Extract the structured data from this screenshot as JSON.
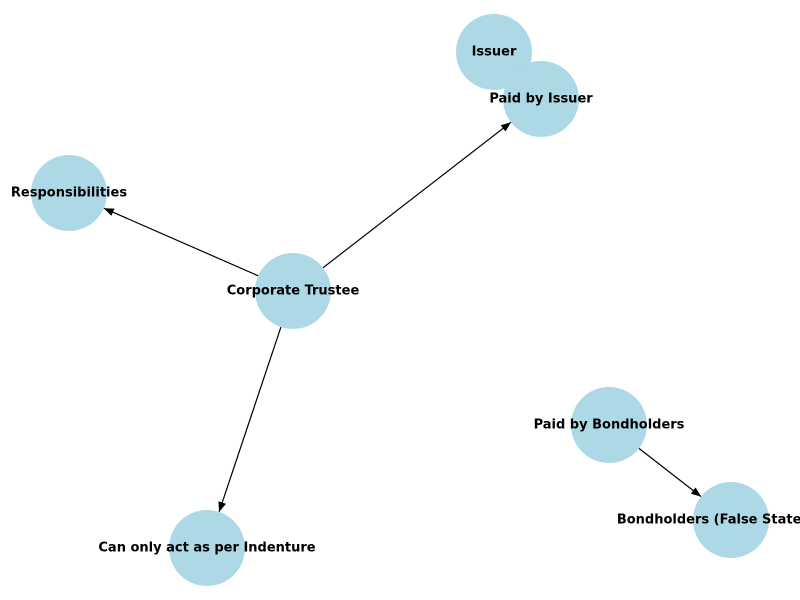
{
  "diagram": {
    "node_color": "#add8e6",
    "edge_color": "#000000",
    "nodes": [
      {
        "id": "issuer",
        "label": "Issuer"
      },
      {
        "id": "paid-by-issuer",
        "label": "Paid by Issuer"
      },
      {
        "id": "responsibilities",
        "label": "Responsibilities"
      },
      {
        "id": "corporate-trustee",
        "label": "Corporate Trustee"
      },
      {
        "id": "paid-by-bondholders",
        "label": "Paid by Bondholders"
      },
      {
        "id": "can-only-act",
        "label": "Can only act as per Indenture"
      },
      {
        "id": "bondholders-false",
        "label": "Bondholders (False Statement)"
      }
    ],
    "edges": [
      {
        "from": "corporate-trustee",
        "to": "paid-by-issuer"
      },
      {
        "from": "corporate-trustee",
        "to": "responsibilities"
      },
      {
        "from": "corporate-trustee",
        "to": "can-only-act"
      },
      {
        "from": "paid-by-bondholders",
        "to": "bondholders-false"
      }
    ]
  }
}
